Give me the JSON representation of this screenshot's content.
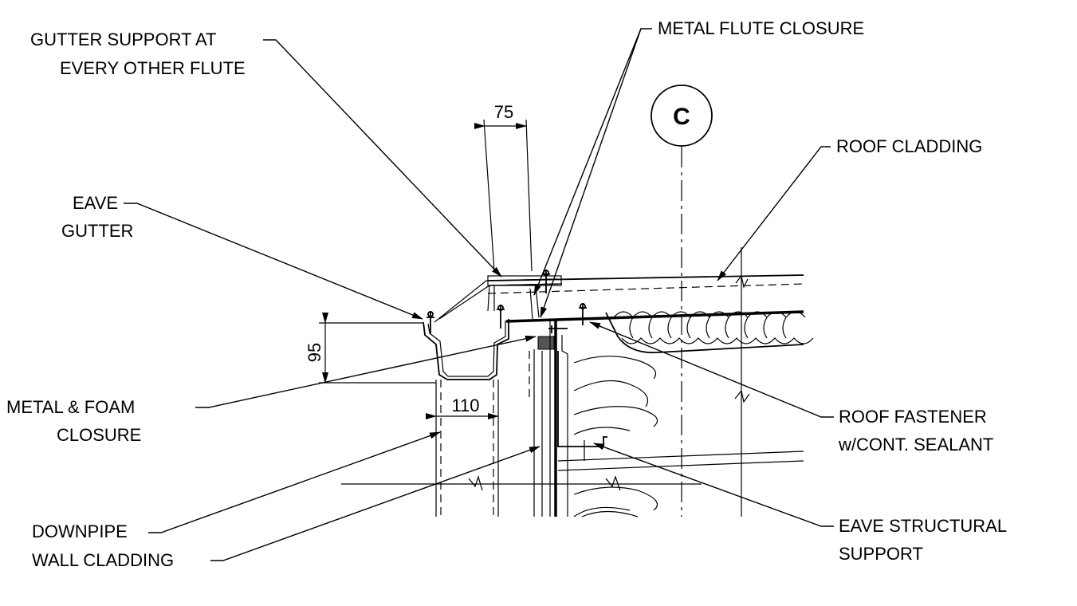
{
  "labels": {
    "gutter_support_1": "GUTTER SUPPORT AT",
    "gutter_support_2": "EVERY OTHER FLUTE",
    "metal_flute_closure": "METAL FLUTE CLOSURE",
    "roof_cladding": "ROOF CLADDING",
    "eave_gutter_1": "EAVE",
    "eave_gutter_2": "GUTTER",
    "metal_foam_1": "METAL & FOAM",
    "metal_foam_2": "CLOSURE",
    "roof_fastener_1": "ROOF FASTENER",
    "roof_fastener_2": "w/CONT. SEALANT",
    "downpipe": "DOWNPIPE",
    "wall_cladding": "WALL CLADDING",
    "eave_structural_1": "EAVE STRUCTURAL",
    "eave_structural_2": "SUPPORT"
  },
  "grid_bubble": "C",
  "dimensions": {
    "top_width": "75",
    "gutter_height": "95",
    "gutter_width": "110"
  }
}
